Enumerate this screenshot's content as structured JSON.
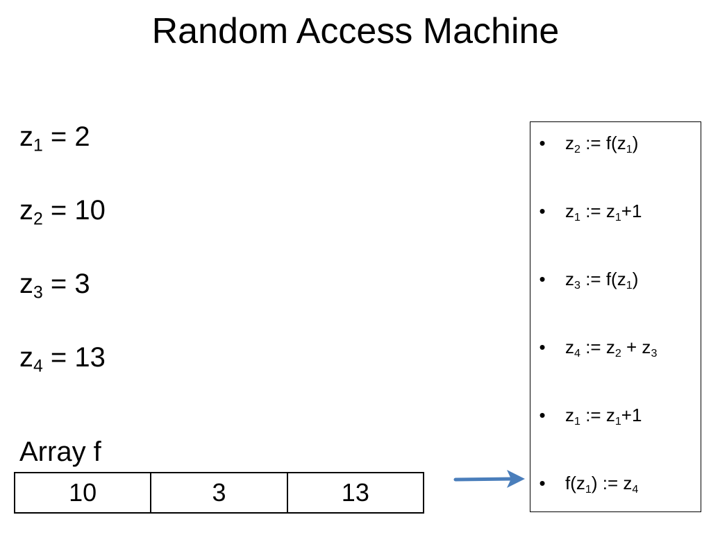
{
  "title": "Random Access Machine",
  "registers": [
    {
      "name": "z",
      "index": "1",
      "op": " = ",
      "value": "2"
    },
    {
      "name": "z",
      "index": "2",
      "op": " = ",
      "value": "10"
    },
    {
      "name": "z",
      "index": "3",
      "op": " = ",
      "value": "3"
    },
    {
      "name": "z",
      "index": "4",
      "op": " = ",
      "value": "13"
    }
  ],
  "array": {
    "label": "Array f",
    "cells": [
      "10",
      "3",
      "13"
    ]
  },
  "program": {
    "bullet": "•",
    "lines": [
      {
        "a": "z",
        "a_sub": "2",
        "b": " := f(z",
        "b_sub": "1",
        "c": ")",
        "c_sub": "",
        "d": ""
      },
      {
        "a": "z",
        "a_sub": "1",
        "b": " := z",
        "b_sub": "1",
        "c": "+1",
        "c_sub": "",
        "d": ""
      },
      {
        "a": "z",
        "a_sub": "3",
        "b": " := f(z",
        "b_sub": "1",
        "c": ")",
        "c_sub": "",
        "d": ""
      },
      {
        "a": "z",
        "a_sub": "4",
        "b": " := z",
        "b_sub": "2",
        "c": " + z",
        "c_sub": "3",
        "d": ""
      },
      {
        "a": "z",
        "a_sub": "1",
        "b": " := z",
        "b_sub": "1",
        "c": "+1",
        "c_sub": "",
        "d": ""
      },
      {
        "a": "f(z",
        "a_sub": "1",
        "b": ") := z",
        "b_sub": "4",
        "c": "",
        "c_sub": "",
        "d": ""
      }
    ],
    "current_line": 6
  },
  "arrow_color": "#4a7ebb"
}
